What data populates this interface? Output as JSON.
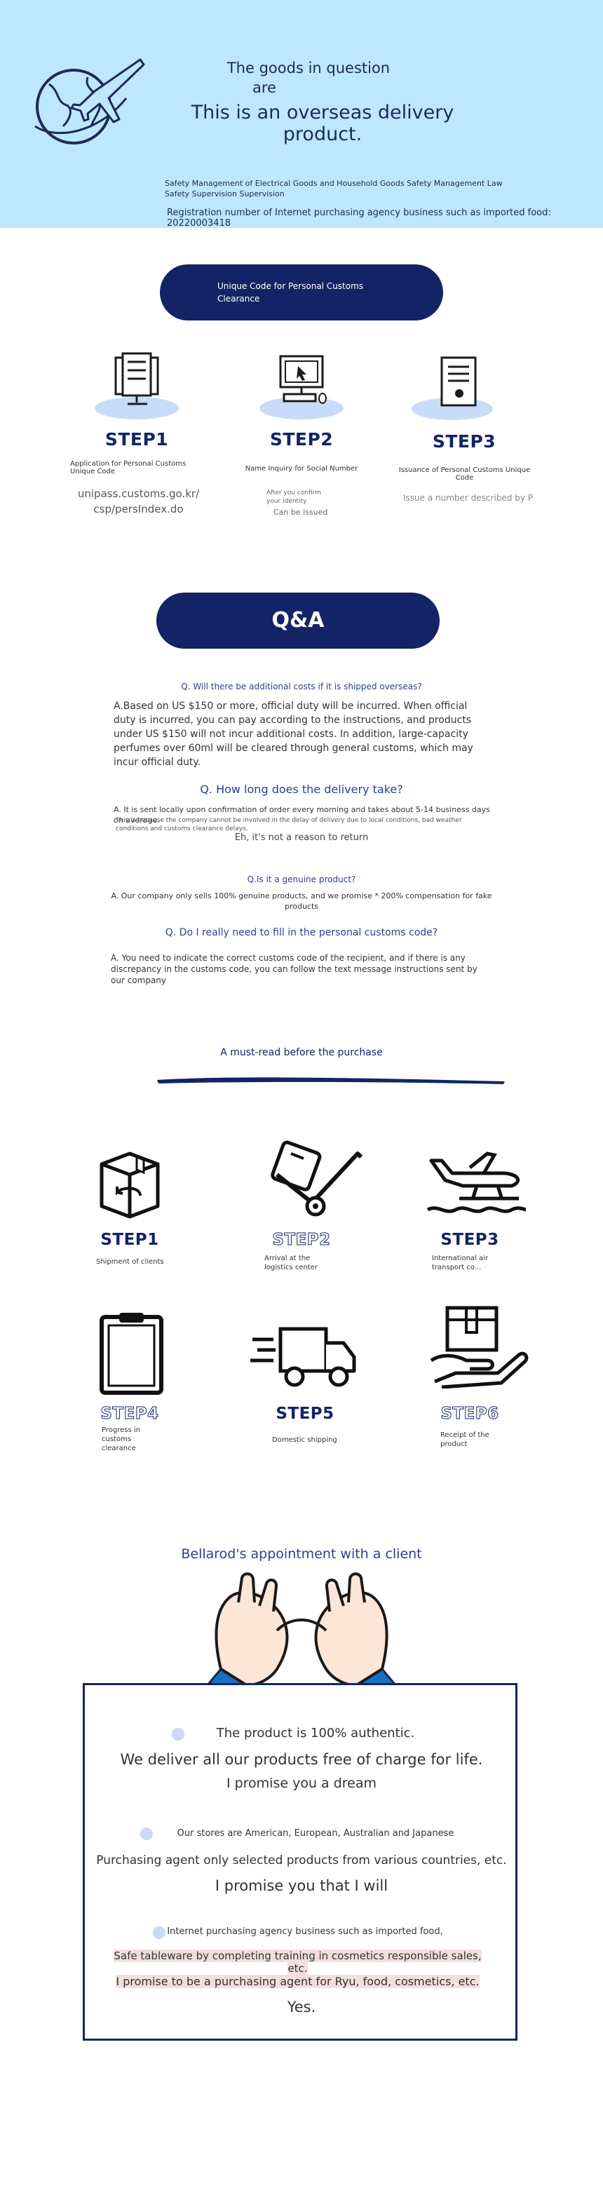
{
  "header": {
    "line1": "The goods in question",
    "line2": "are",
    "line3": "This is an overseas delivery product.",
    "law1": "Safety Management of Electrical Goods and Household Goods Safety Management Law",
    "law2": "Safety Supervision Supervision",
    "registration": "Registration number of Internet purchasing agency business such as imported food: 20220003418"
  },
  "customs": {
    "pill_label": "Unique Code for Personal Customs Clearance",
    "steps": [
      {
        "label": "STEP1",
        "desc": "Application for Personal Customs Unique Code",
        "extra": "unipass.customs.go.kr/\ncsp/persIndex.do",
        "icon": "kiosk-icon"
      },
      {
        "label": "STEP2",
        "desc": "Name Inquiry for Social Number",
        "extra": "After you confirm\nyour identity",
        "extra2": "Can be issued",
        "icon": "computer-icon"
      },
      {
        "label": "STEP3",
        "desc": "Issuance of Personal Customs Unique Code",
        "extra": "Issue a number described by P",
        "icon": "certificate-icon"
      }
    ]
  },
  "qa": {
    "title": "Q&A",
    "items": [
      {
        "q": "Q. Will there be additional costs if it is shipped overseas?",
        "a": "A.Based on US $150 or more, official duty will be incurred. When official duty is incurred, you can pay according to the instructions, and products under US $150 will not incur additional costs. In addition, large-capacity perfumes over 60ml will be cleared through general customs, which may incur official duty."
      },
      {
        "q": "Q. How long does the delivery take?",
        "a": "A. It is sent locally upon confirmation of order every morning and takes about 5-14 business days on average.",
        "a2": "This is because the company cannot be involved in the delay of delivery due to local conditions, bad weather conditions and customs clearance delays.",
        "a3": "Eh, it's not a reason to return"
      },
      {
        "q": "Q.Is it a genuine product?",
        "a": "A. Our company only sells 100% genuine products, and we promise * 200% compensation for fake products"
      },
      {
        "q": "Q. Do I really need to fill in the personal customs code?",
        "a": "A. You need to indicate the correct customs code of the recipient, and if there is any discrepancy in the customs code, you can follow the text message instructions sent by our company"
      }
    ]
  },
  "flow": {
    "title": "A must-read before the purchase",
    "steps": [
      {
        "label": "STEP1",
        "desc": "Shipment of clients",
        "icon": "box-return-icon"
      },
      {
        "label": "STEP2",
        "desc": "Arrival at the logistics center",
        "icon": "hand-truck-icon"
      },
      {
        "label": "STEP3",
        "desc": "International air transport co...",
        "icon": "seaplane-icon"
      },
      {
        "label": "STEP4",
        "desc": "Progress in customs clearance",
        "icon": "clipboard-icon"
      },
      {
        "label": "STEP5",
        "desc": "Domestic shipping",
        "icon": "delivery-truck-icon"
      },
      {
        "label": "STEP6",
        "desc": "Receipt of the product",
        "icon": "hand-box-icon"
      }
    ]
  },
  "appointment": {
    "title": "Bellarod's appointment with a client",
    "p1": "The product is 100% authentic.",
    "p2": "We deliver all our products free of charge for life.",
    "p3": "I promise you a dream",
    "p4": "Our stores are American, European, Australian and Japanese",
    "p5": "Purchasing agent only selected products from various countries, etc.",
    "p6": "I promise you that I will",
    "p7": "Internet purchasing agency business such as imported food,",
    "p8": "Safe tableware by completing training in cosmetics responsible sales, etc.",
    "p9": "I promise to be a purchasing agent for Ryu, food, cosmetics, etc.",
    "p10": "Yes."
  },
  "colors": {
    "hero_bg": "#bde7fc",
    "navy": "#132466",
    "accent_blue": "#2d3f8c"
  }
}
